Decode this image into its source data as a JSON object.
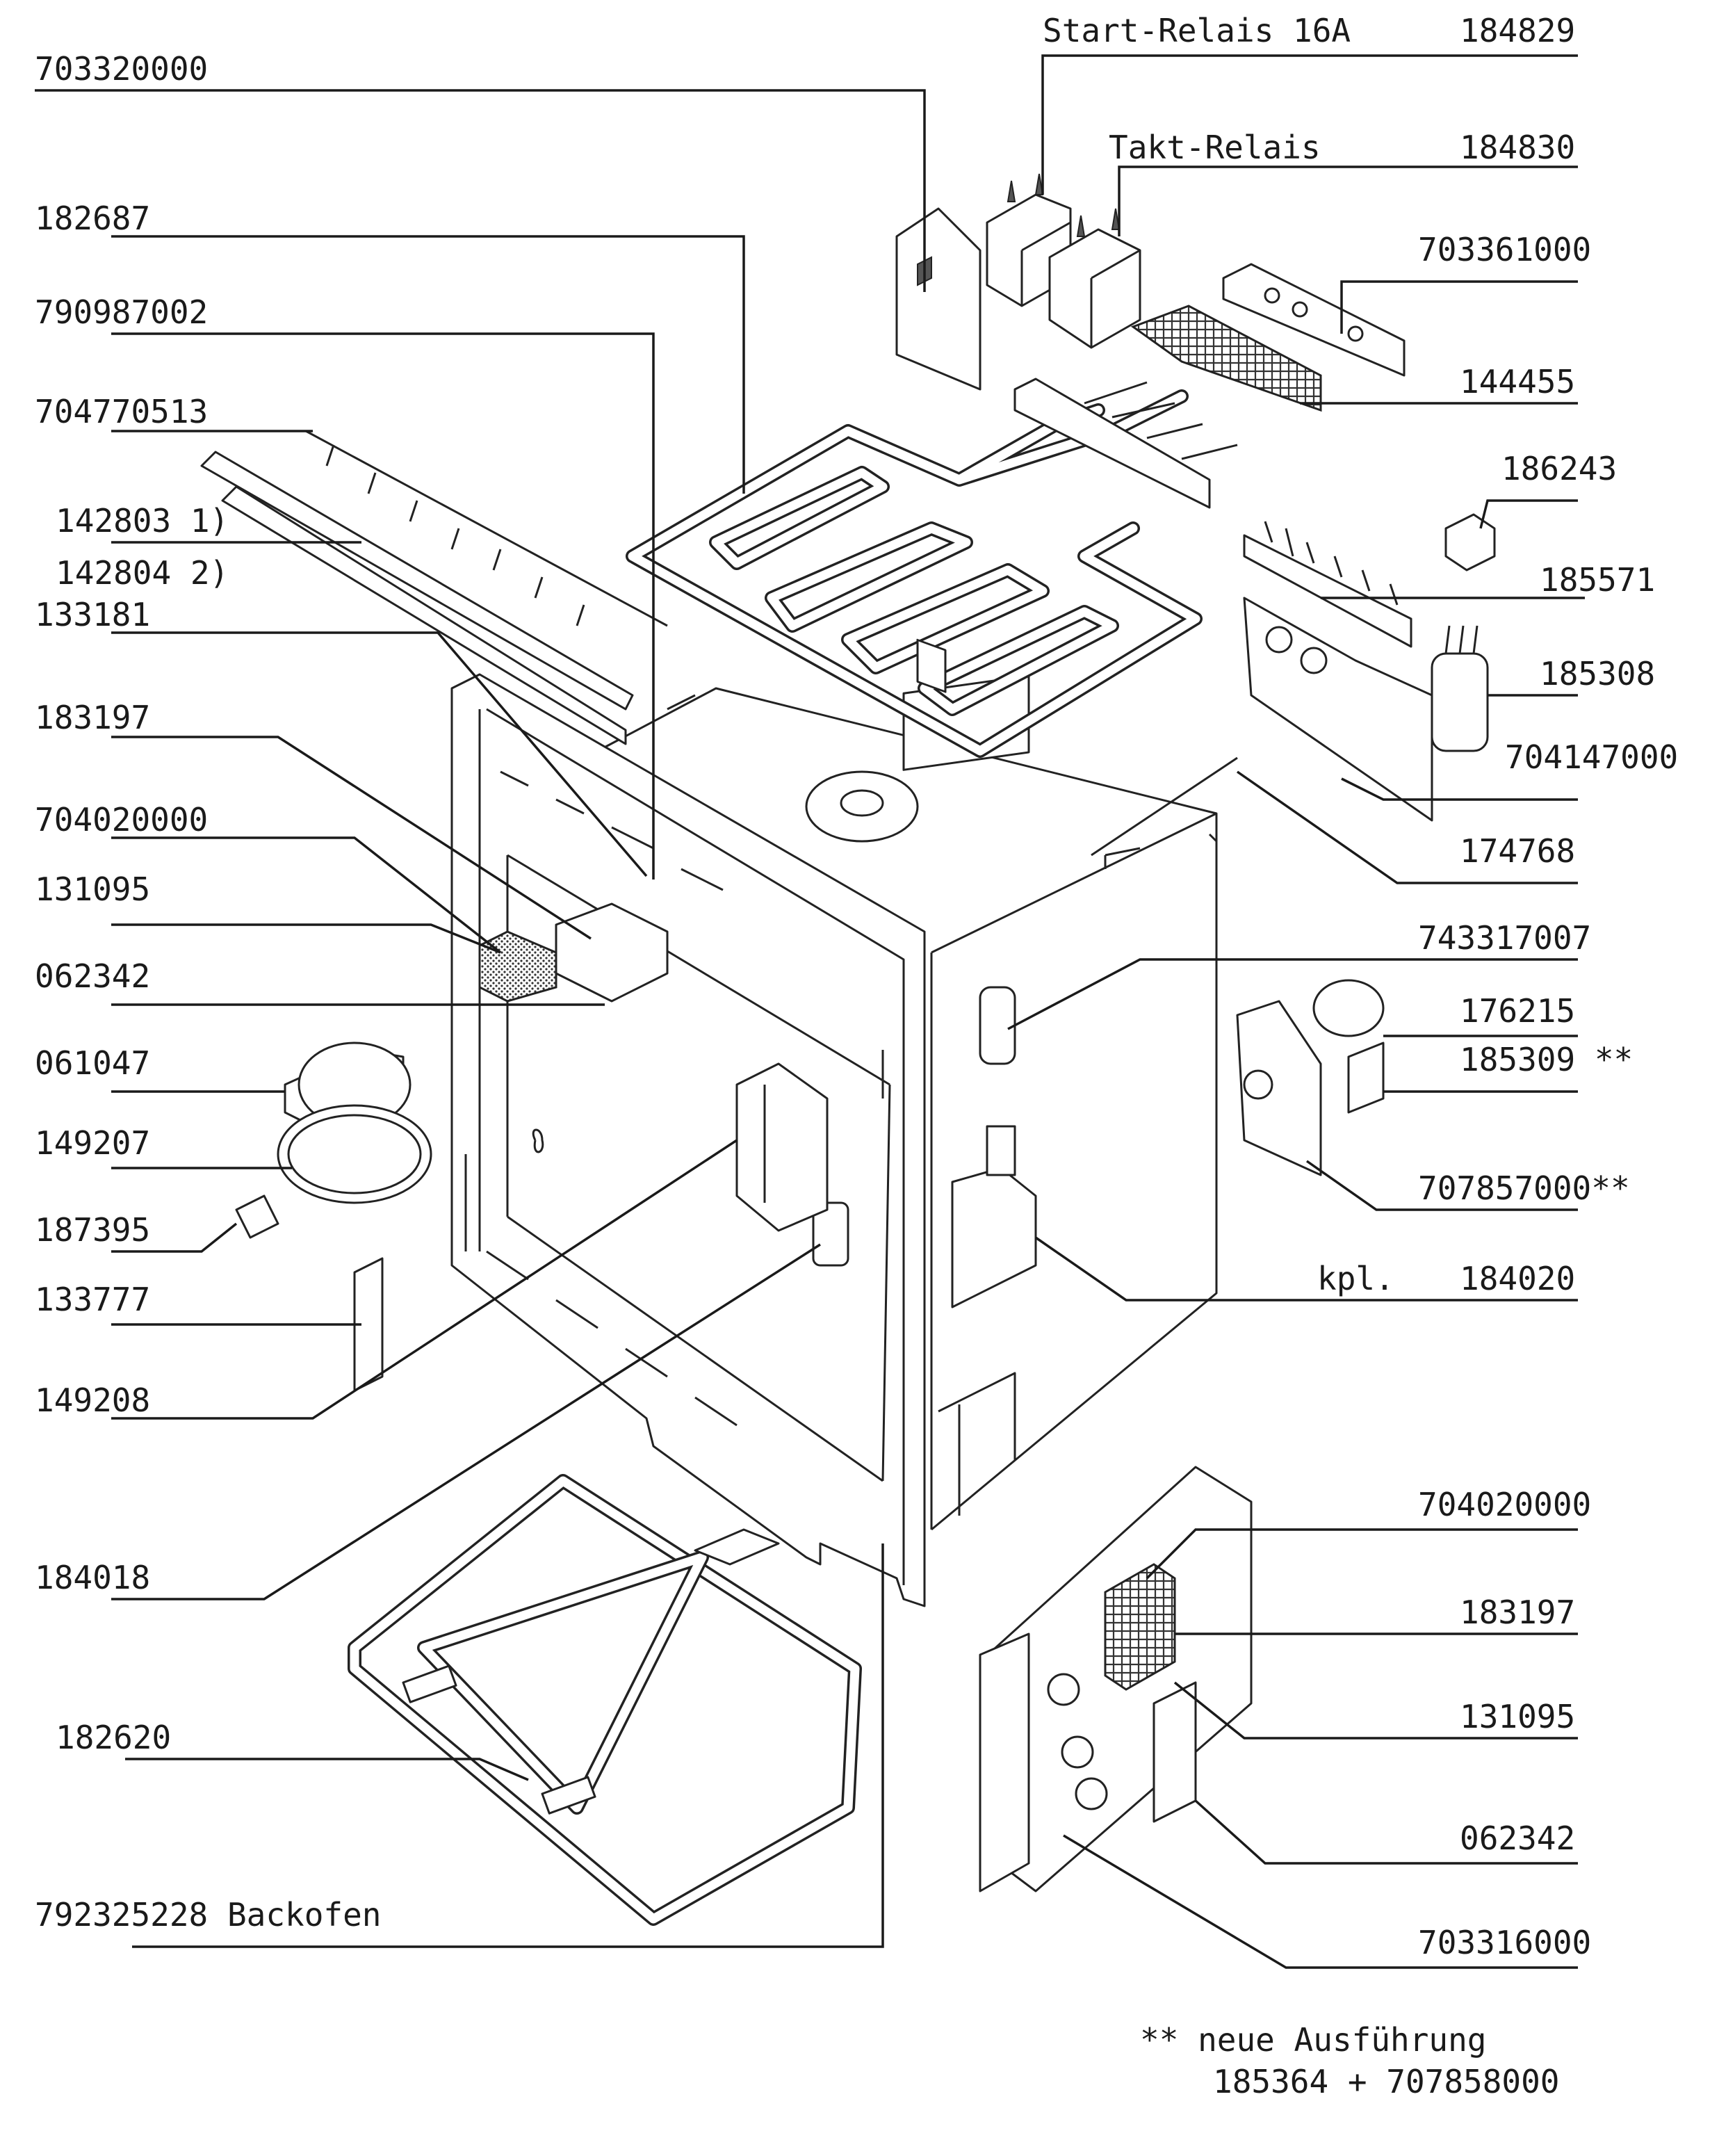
{
  "diagram": {
    "type": "exploded-parts-diagram",
    "labels": [
      {
        "id": "l1",
        "text": "703320000"
      },
      {
        "id": "l2",
        "text": "182687"
      },
      {
        "id": "l3",
        "text": "790987002"
      },
      {
        "id": "l4",
        "text": "704770513"
      },
      {
        "id": "l5",
        "text": "142803 1)"
      },
      {
        "id": "l6",
        "text": "142804 2)"
      },
      {
        "id": "l7",
        "text": "133181"
      },
      {
        "id": "l8",
        "text": "183197"
      },
      {
        "id": "l9",
        "text": "704020000"
      },
      {
        "id": "l10",
        "text": "131095"
      },
      {
        "id": "l11",
        "text": "062342"
      },
      {
        "id": "l12",
        "text": "061047"
      },
      {
        "id": "l13",
        "text": "149207"
      },
      {
        "id": "l14",
        "text": "187395"
      },
      {
        "id": "l15",
        "text": "133777"
      },
      {
        "id": "l16",
        "text": "149208"
      },
      {
        "id": "l17",
        "text": "184018"
      },
      {
        "id": "l18",
        "text": "182620"
      },
      {
        "id": "l19",
        "text": "792325228 Backofen"
      },
      {
        "id": "r1",
        "text": "Start-Relais 16A"
      },
      {
        "id": "r2",
        "text": "184829"
      },
      {
        "id": "r3",
        "text": "Takt-Relais"
      },
      {
        "id": "r4",
        "text": "184830"
      },
      {
        "id": "r5",
        "text": "703361000"
      },
      {
        "id": "r6",
        "text": "144455"
      },
      {
        "id": "r7",
        "text": "186243"
      },
      {
        "id": "r8",
        "text": "185571"
      },
      {
        "id": "r9",
        "text": "185308"
      },
      {
        "id": "r10",
        "text": "704147000"
      },
      {
        "id": "r11",
        "text": "174768"
      },
      {
        "id": "r12",
        "text": "743317007"
      },
      {
        "id": "r13",
        "text": "176215"
      },
      {
        "id": "r14",
        "text": "185309 **"
      },
      {
        "id": "r15",
        "text": "707857000**"
      },
      {
        "id": "r16",
        "text": "kpl."
      },
      {
        "id": "r17",
        "text": "184020"
      },
      {
        "id": "r18",
        "text": "704020000"
      },
      {
        "id": "r19",
        "text": "183197"
      },
      {
        "id": "r20",
        "text": "131095"
      },
      {
        "id": "r21",
        "text": "062342"
      },
      {
        "id": "r22",
        "text": "703316000"
      }
    ],
    "footnote": {
      "line1": "** neue Ausführung",
      "line2": "185364 + 707858000"
    }
  }
}
